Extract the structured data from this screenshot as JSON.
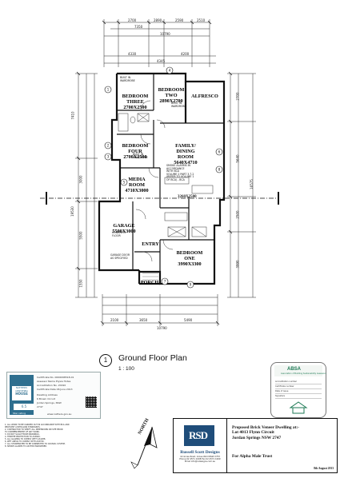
{
  "plan": {
    "title": "Ground Floor Plan",
    "scale": "1 : 100",
    "marker": "1"
  },
  "rooms": [
    {
      "name": "BEDROOM\nTHREE",
      "size": "2700X2500"
    },
    {
      "name": "BEDROOM\nTWO",
      "size": "2890X2700"
    },
    {
      "name": "ALFRESCO",
      "size": ""
    },
    {
      "name": "BEDROOM\nFOUR",
      "size": "2700X2500"
    },
    {
      "name": "FAMILY/\nDINING\nROOM",
      "size": "5640X4710"
    },
    {
      "name": "MEDIA\nROOM",
      "size": "4710X3000"
    },
    {
      "name": "GARAGE",
      "size": "5500X3000"
    },
    {
      "name": "ENTRY",
      "size": ""
    },
    {
      "name": "BEDROOM\nONE",
      "size": "3990X3300"
    },
    {
      "name": "PORCH",
      "size": ""
    }
  ],
  "kitchen_dim": "3260X2500",
  "notes_small": {
    "built_in_robe_top": "BUILT IN\nWARDROBE",
    "built_in_robe_mid": "BUILT IN\nWARDROBE",
    "built_in_robe_bed4": "BUILT IN\nWARDROBE",
    "smoke_alarm": "SMOKE ALARMS IN\nACCORDANCE\nWITH BCA\nVOLUME 2 PART 3.7.2\n(REFER TO VOLUME 1\nOF BCA) - BCA",
    "concrete": "CONCRETE\nFLOOR",
    "garage_door": "GARAGE DOOR\nAS SPECIFIED"
  },
  "dims_top": {
    "overall_1": "7350",
    "overall_2": "10790",
    "overall_3": "4345",
    "seg_a": "2700",
    "seg_b": "2890",
    "seg_c": "2590",
    "seg_d": "2510",
    "seg_e": "4330",
    "seg_f": "4200"
  },
  "dims_bottom": {
    "seg_a": "2100",
    "seg_b": "3650",
    "seg_c": "5490",
    "overall": "10790"
  },
  "dims_left": {
    "seg_a": "7410",
    "seg_b": "3000",
    "seg_c": "5500",
    "seg_d": "1550",
    "overall": "19530"
  },
  "dims_right": {
    "seg_a": "2700",
    "seg_b": "5640",
    "seg_c": "2500",
    "seg_d": "3990",
    "overall": "16575"
  },
  "certificate": {
    "label": "NATHERS CERTIFIED",
    "house_word": "HOUSE",
    "stars": "6.5",
    "rating_label": "Star rating",
    "rows": [
      "Certificate No.   0006098518-01",
      "Assessor Name    Elysia Hotes",
      "Accreditation No.  20190",
      "Certificate Date   06 June 2013",
      "Dwelling Address",
      "6 Brown Circuit",
      "Jordan Springs, NSW",
      "2747"
    ],
    "footer": "www.nathers.gov.au"
  },
  "basix": {
    "logo": "ABSA",
    "subtitle": "Association of Building Sustainability Assessors",
    "rows": [
      "Accreditation number",
      "Certificate number",
      "Date of issue",
      "Signature"
    ]
  },
  "notes_block": [
    "1. ALL WORK TO BE CARRIED OUT IN ACCORDANCE WITH BCA AND",
    "   RELEVANT AUSTRALIAN STANDARDS.",
    "2. CONTRACTOR TO VERIFY ALL DIMENSIONS ON SITE PRIOR",
    "   TO COMMENCEMENT OF ANY WORK.",
    "3. DO NOT SCALE FROM DRAWINGS.",
    "4. TERMITE PROTECTION TO AS3660.",
    "5. ALL GLAZING TO COMPLY WITH AS1288.",
    "6. WET AREAS TO COMPLY WITH AS3740.",
    "7. ALL STORMWATER TO BE CONNECTED TO COUNCIL SYSTEM.",
    "8. SMOKE ALARMS TO AS3786 HARDWIRED."
  ],
  "north": "NORTH",
  "title_block": {
    "company": "Russell Scott Designs",
    "address": "14 Grose Road, Grose Wold NSW 2753\nPhone 02 4571 1008  Fax 02 4571 1009\nEmail info@rsdesigns.com.au",
    "project": "Proposed Brick Veneer Dwelling at:-\nLot 4013 Flynn Circuit\nJordan Springs NSW 2747",
    "client": "For Alpha Male Trust",
    "date": "8th August 2013"
  }
}
